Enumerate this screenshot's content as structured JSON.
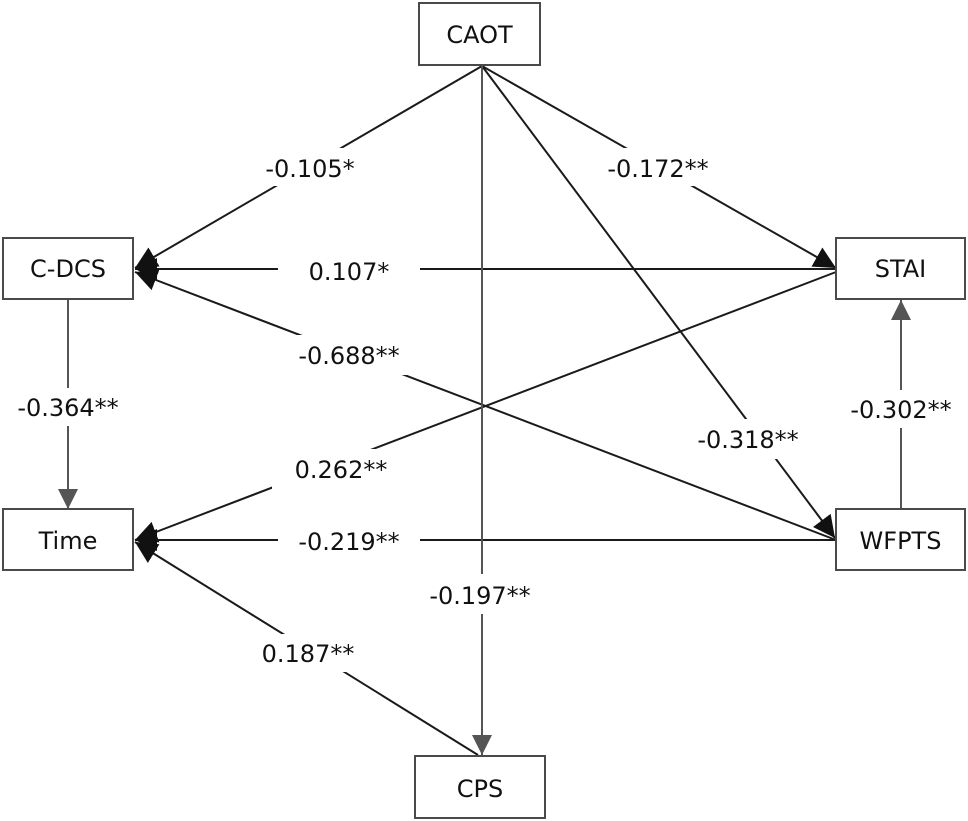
{
  "nodes": {
    "caot": "CAOT",
    "cdcs": "C-DCS",
    "stai": "STAI",
    "time": "Time",
    "wfpts": "WFPTS",
    "cps": "CPS"
  },
  "edges": {
    "caot_cdcs": "-0.105*",
    "caot_stai": "-0.172**",
    "stai_cdcs": "0.107*",
    "wfpts_cdcs": "-0.688**",
    "cdcs_time": "-0.364**",
    "stai_time": "0.262**",
    "caot_wfpts": "-0.318**",
    "wfpts_stai": "-0.302**",
    "wfpts_time": "-0.219**",
    "caot_cps": "-0.197**",
    "cps_time": "0.187**"
  }
}
